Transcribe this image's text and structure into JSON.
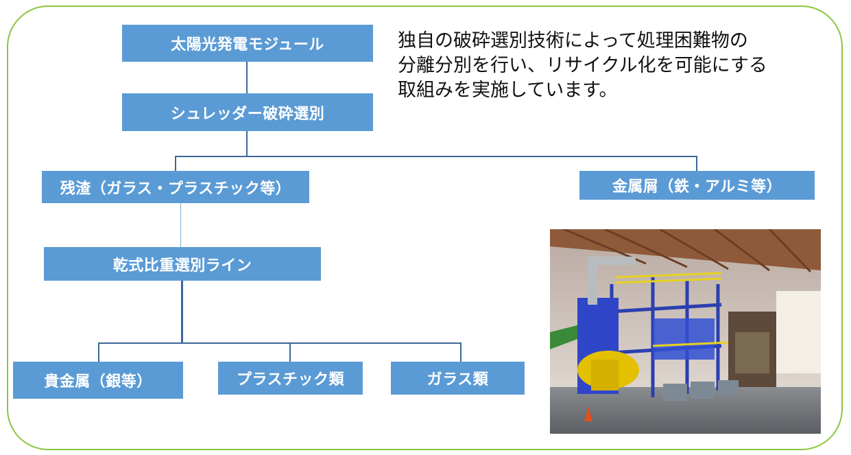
{
  "nodes": {
    "module": "太陽光発電モジュール",
    "shredder": "シュレッダー破砕選別",
    "residue": "残渣（ガラス・プラスチック等）",
    "metal_scrap": "金属屑（鉄・アルミ等）",
    "dry_line": "乾式比重選別ライン",
    "precious_metal": "貴金属（銀等）",
    "plastics": "プラスチック類",
    "glass": "ガラス類"
  },
  "description": {
    "line1": "独自の破砕選別技術によって処理困難物の",
    "line2": "分離分別を行い、リサイクル化を可能にする",
    "line3": "取組みを実施しています。"
  },
  "colors": {
    "box_fill": "#5b9bd5",
    "box_text": "#ffffff",
    "connector": "#3c6897",
    "frame_border": "#8cc63f"
  }
}
